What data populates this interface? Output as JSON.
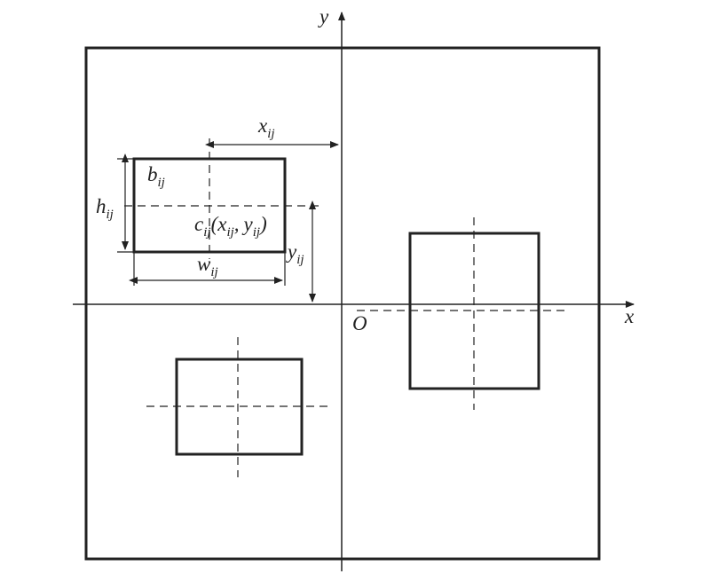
{
  "axes": {
    "x_label": "x",
    "y_label": "y",
    "origin_label": "O"
  },
  "dimensions": {
    "x_var": "x",
    "y_var": "y",
    "h_var": "h",
    "w_var": "w",
    "subscript": "ij"
  },
  "rectangle": {
    "name": "b",
    "subscript": "ij"
  },
  "center": {
    "name": "c",
    "subscript": "ij",
    "open_paren": "(",
    "comma": ",",
    "close_paren": ")"
  },
  "colors": {
    "line": "#222222",
    "background": "#ffffff"
  }
}
